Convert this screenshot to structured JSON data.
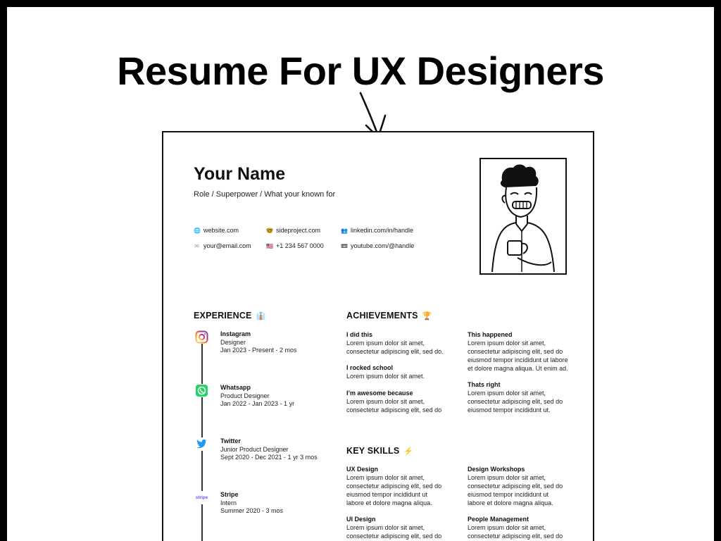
{
  "headline": "Resume For UX Designers",
  "resume": {
    "name": "Your Name",
    "role": "Role / Superpower / What your known for",
    "contacts": [
      {
        "icon": "globe-icon",
        "glyph": "🌐",
        "text": "website.com"
      },
      {
        "icon": "smiley-icon",
        "glyph": "🤓",
        "text": "sideproject.com"
      },
      {
        "icon": "people-icon",
        "glyph": "👥",
        "text": "linkedin.com/in/handle"
      },
      {
        "icon": "envelope-icon",
        "glyph": "✉",
        "text": "your@email.com"
      },
      {
        "icon": "flag-icon",
        "glyph": "🇺🇸",
        "text": "+1 234 567 0000"
      },
      {
        "icon": "video-icon",
        "glyph": "📼",
        "text": "youtube.com/@handle"
      }
    ],
    "experience": {
      "title": "EXPERIENCE",
      "emoji": "👔",
      "items": [
        {
          "logo": "instagram-logo-icon",
          "company": "Instagram",
          "position": "Designer",
          "period": "Jan 2023 - Present - 2 mos"
        },
        {
          "logo": "whatsapp-logo-icon",
          "company": "Whatsapp",
          "position": "Product Designer",
          "period": "Jan 2022 - Jan 2023 - 1 yr"
        },
        {
          "logo": "twitter-logo-icon",
          "company": "Twitter",
          "position": "Junior Product Designer",
          "period": "Sept 2020 - Dec 2021 - 1 yr 3 mos"
        },
        {
          "logo": "stripe-logo-icon",
          "logo_text": "stripe",
          "company": "Stripe",
          "position": "Intern",
          "period": "Summer 2020 - 3 mos"
        }
      ]
    },
    "achievements": {
      "title": "ACHIEVEMENTS",
      "emoji": "🏆",
      "items": [
        {
          "title": "I did this",
          "lines": [
            "Lorem ipsum dolor sit amet,",
            "consectetur adipiscing elit, sed do."
          ]
        },
        {
          "title": "This happened",
          "lines": [
            "Lorem ipsum dolor sit amet,",
            "consectetur adipiscing elit, sed do",
            "eiusmod tempor incididunt ut labore",
            "et dolore magna aliqua. Ut enim ad."
          ]
        },
        {
          "title": "I rocked school",
          "lines": [
            "Lorem ipsum dolor sit amet."
          ]
        },
        {
          "title": "Thats right",
          "lines": [
            "Lorem ipsum dolor sit amet,",
            "consectetur adipiscing elit, sed do",
            "eiusmod tempor incididunt ut."
          ]
        },
        {
          "title": "I’m awesome because",
          "lines": [
            "Lorem ipsum dolor sit amet,",
            "consectetur adipiscing elit, sed do"
          ]
        }
      ]
    },
    "skills": {
      "title": "KEY SKILLS",
      "emoji": "⚡",
      "items": [
        {
          "title": "UX Design",
          "lines": [
            "Lorem ipsum dolor sit amet,",
            "consectetur adipiscing elit, sed do",
            "eiusmod tempor incididunt ut",
            "labore et dolore magna aliqua."
          ]
        },
        {
          "title": "Design Workshops",
          "lines": [
            "Lorem ipsum dolor sit amet,",
            "consectetur adipiscing elit, sed do",
            "eiusmod tempor incididunt ut",
            "labore et dolore magna aliqua."
          ]
        },
        {
          "title": "UI Design",
          "lines": [
            "Lorem ipsum dolor sit amet,",
            "consectetur adipiscing elit, sed do"
          ]
        },
        {
          "title": "People Management",
          "lines": [
            "Lorem ipsum dolor sit amet,",
            "consectetur adipiscing elit, sed do"
          ]
        }
      ]
    }
  },
  "colors": {
    "instagram": "#d62976",
    "whatsapp": "#25d366",
    "twitter": "#1d9bf0",
    "stripe": "#635bff"
  }
}
